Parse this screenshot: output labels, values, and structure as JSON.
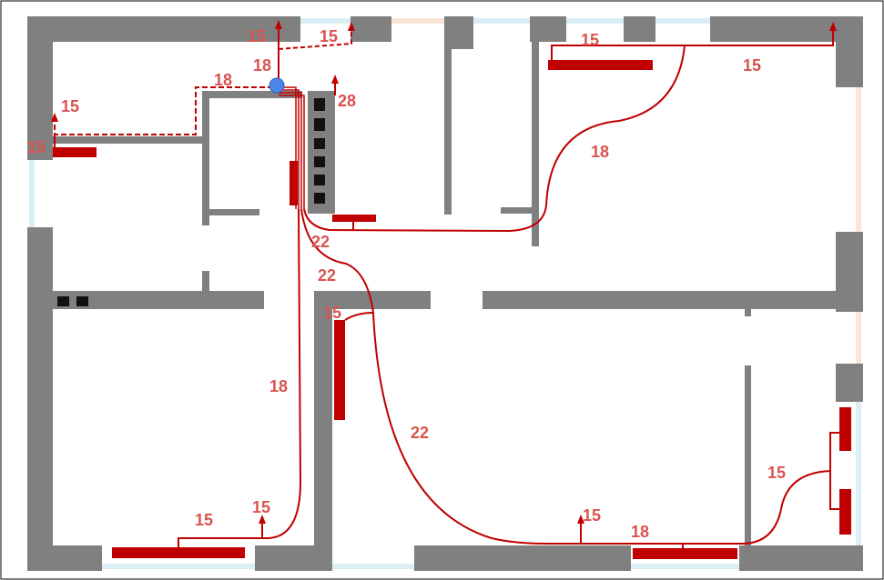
{
  "colors": {
    "wall": "#808080",
    "pipe": "#c00000",
    "radiator": "#c00000",
    "label": "#d9534f",
    "window": "#dbeef5",
    "door_opening": "#fbe5d6",
    "node": "#4a86e8",
    "vent": "#111111"
  },
  "labels": {
    "top_left_1": "15",
    "top_left_2": "15",
    "riser_18": "18",
    "corridor_18": "18",
    "left_up_15": "15",
    "left_rad_15": "15",
    "riser_28": "28",
    "top_right_rad_15": "15",
    "top_right_pipe_15": "15",
    "top_right_18": "18",
    "main_22_a": "22",
    "main_22_b": "22",
    "center_15": "15",
    "left_vertical_18": "18",
    "bottom_left_15_a": "15",
    "bottom_left_15_b": "15",
    "big_curve_22": "22",
    "bottom_right_15": "15",
    "bottom_right_18": "18",
    "right_side_15": "15"
  }
}
